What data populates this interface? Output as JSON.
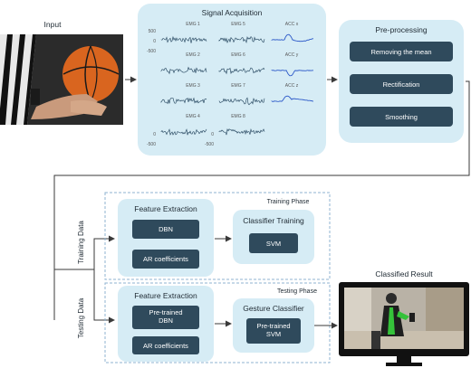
{
  "input": {
    "label": "Input"
  },
  "signal_acquisition": {
    "title": "Signal Acquisition",
    "emg_channels": [
      "EMG 1",
      "EMG 2",
      "EMG 3",
      "EMG 4",
      "EMG 5",
      "EMG 6",
      "EMG 7",
      "EMG 8"
    ],
    "acc_channels": [
      "ACC x",
      "ACC y",
      "ACC z"
    ],
    "tick_top": "500",
    "tick_mid": "0",
    "tick_bottom": "-500"
  },
  "preprocessing": {
    "title": "Pre-processing",
    "steps": [
      "Removing the mean",
      "Rectification",
      "Smoothing"
    ]
  },
  "side_labels": {
    "training": "Training Data",
    "testing": "Testing Data"
  },
  "training_phase": {
    "phase_label": "Training Phase",
    "feature_title": "Feature Extraction",
    "feature_items": [
      "DBN",
      "AR coefficients"
    ],
    "classifier_title": "Classifier Training",
    "classifier_item": "SVM"
  },
  "testing_phase": {
    "phase_label": "Testing Phase",
    "feature_title": "Feature Extraction",
    "feature_items": [
      "Pre-trained DBN",
      "AR coefficients"
    ],
    "classifier_title": "Gesture Classifier",
    "classifier_item": "Pre-trained SVM"
  },
  "result": {
    "title": "Classified Result"
  },
  "colors": {
    "panel": "#d6ecf5",
    "box": "#2f4a5c",
    "arrow": "#3a3a3a",
    "dash": "#8fb3d0",
    "emg_trace": "#1a3b55",
    "acc_trace": "#2a57c8"
  }
}
